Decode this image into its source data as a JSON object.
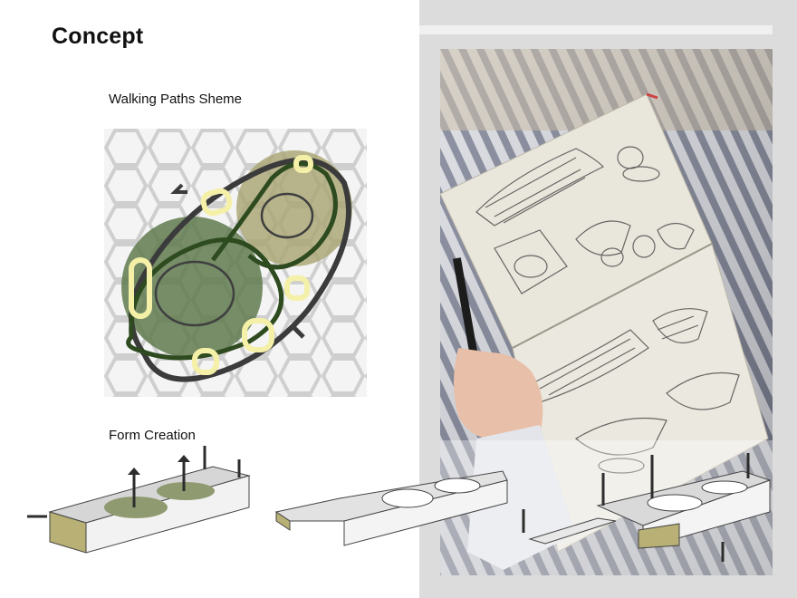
{
  "page": {
    "title": "Concept",
    "sections": {
      "walking_paths": {
        "label": "Walking Paths Sheme"
      },
      "form_creation": {
        "label": "Form Creation"
      }
    }
  },
  "colors": {
    "green_dark": "#2e4a1f",
    "green_fill": "#5f7a4e",
    "olive_fill": "#a8a472",
    "highlight": "#f5f0a8",
    "path_gray": "#3b3b3b",
    "wall_olive": "#c9c08a"
  }
}
